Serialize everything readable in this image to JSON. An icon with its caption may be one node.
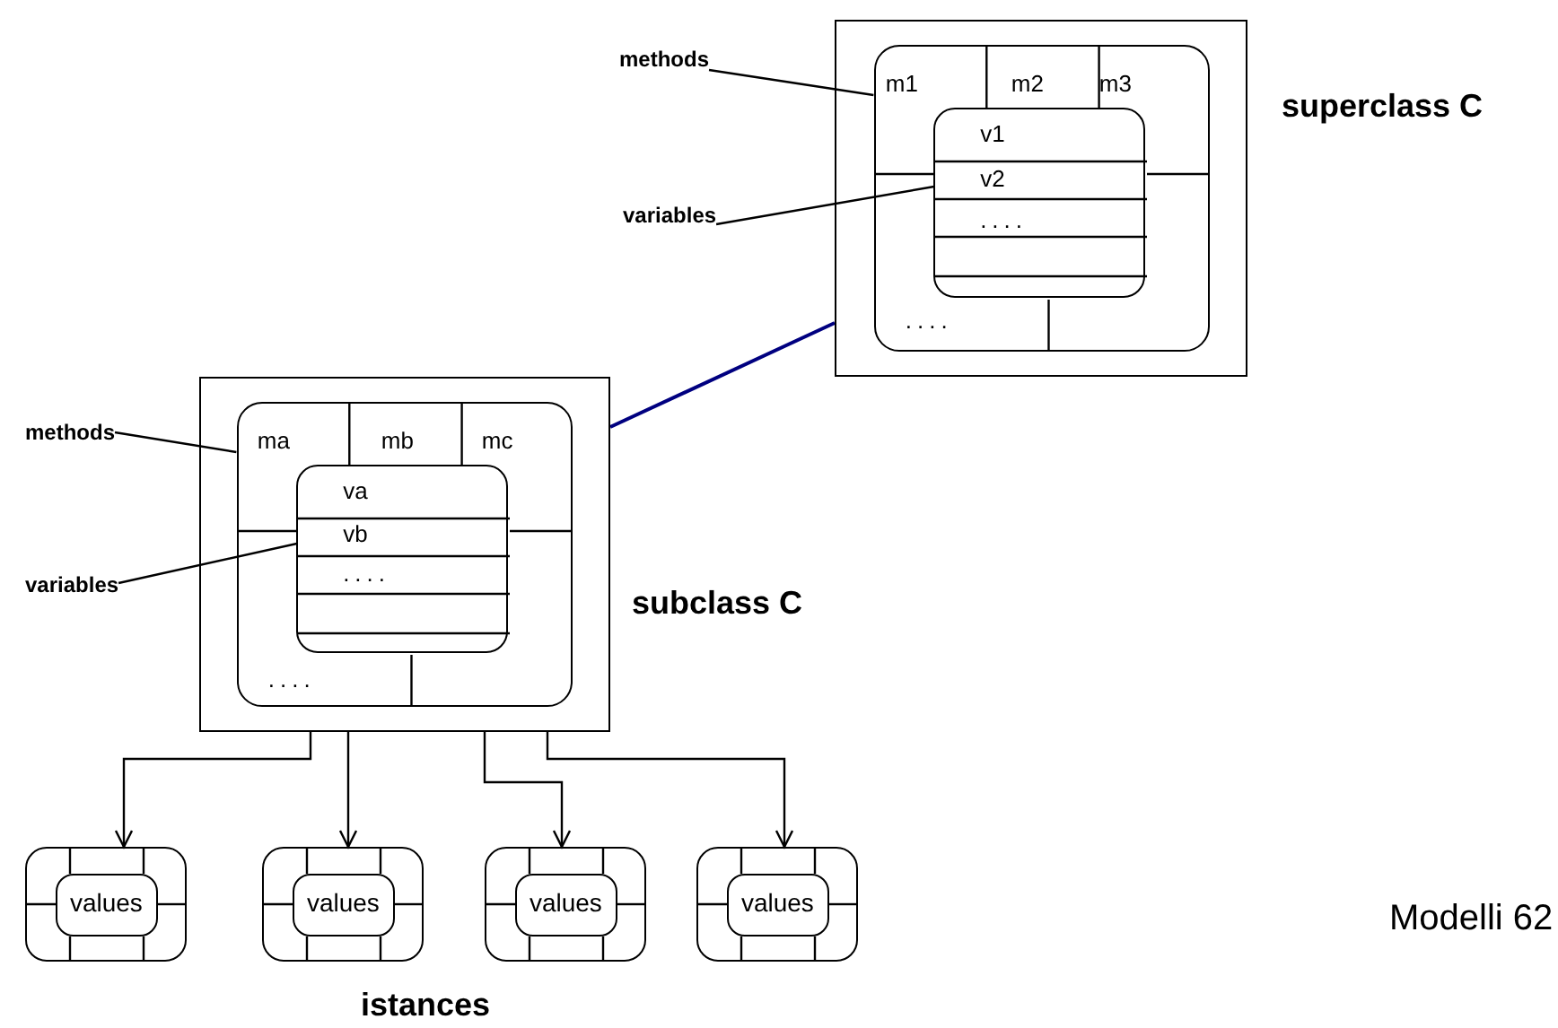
{
  "diagram": {
    "nodes": [
      {
        "text": [],
        "shape": "box",
        "beside": [
          "superclass C"
        ]
      },
      {
        "text": [
          "m1",
          "m2",
          "m3",
          "...."
        ],
        "in": 0
      },
      {
        "text": [
          "v1",
          "v2",
          "...."
        ],
        "in": 1
      },
      {
        "text": [
          "methods"
        ]
      },
      {
        "text": [
          "variables"
        ]
      },
      {
        "text": [],
        "shape": "box",
        "beside": [
          "subclass C"
        ]
      },
      {
        "text": [
          "ma",
          "mb",
          "mc",
          "...."
        ],
        "in": 5
      },
      {
        "text": [
          "va",
          "vb",
          "...."
        ],
        "in": 6
      },
      {
        "text": [
          "methods"
        ]
      },
      {
        "text": [
          "variables"
        ]
      },
      {
        "text": [],
        "shape": "box"
      },
      {
        "text": [
          "values"
        ],
        "in": 10
      },
      {
        "text": [],
        "shape": "box"
      },
      {
        "text": [
          "values"
        ],
        "in": 12
      },
      {
        "text": [],
        "shape": "box"
      },
      {
        "text": [
          "values"
        ],
        "in": 14
      },
      {
        "text": [],
        "shape": "box"
      },
      {
        "text": [
          "values"
        ],
        "in": 16
      }
    ],
    "edges": [
      {
        "from": 3,
        "to": 1,
        "arrow": "none"
      },
      {
        "from": 4,
        "to": 2,
        "arrow": "none"
      },
      {
        "from": 8,
        "to": 6,
        "arrow": "none"
      },
      {
        "from": 9,
        "to": 7,
        "arrow": "none"
      },
      {
        "from": 5,
        "to": 0,
        "arrow": "none",
        "color": "#000080"
      },
      {
        "from": 5,
        "to": 10,
        "arrow": "to"
      },
      {
        "from": 5,
        "to": 12,
        "arrow": "to"
      },
      {
        "from": 5,
        "to": 14,
        "arrow": "to"
      },
      {
        "from": 5,
        "to": 16,
        "arrow": "to"
      }
    ],
    "labels": [
      "istances",
      "Modelli 62"
    ]
  }
}
